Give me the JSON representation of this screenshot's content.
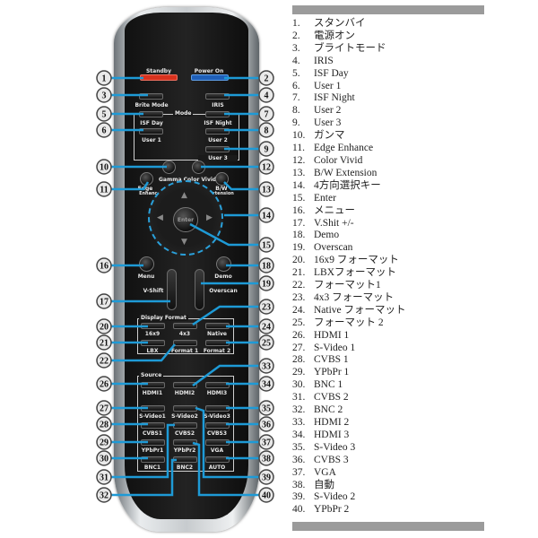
{
  "remote": {
    "standby": "Standby",
    "power_on": "Power On",
    "brite_mode": "Brite Mode",
    "iris": "IRIS",
    "mode": "Mode",
    "isf_day": "ISF Day",
    "isf_night": "ISF Night",
    "user1": "User 1",
    "user2": "User 2",
    "user3": "User 3",
    "gamma_color_vivid": "Gamma  Color Vivid",
    "edge": "Edge",
    "enhance": "Enhance",
    "bw": "B/W",
    "extension": "Extension",
    "enter": "Enter",
    "menu": "Menu",
    "demo": "Demo",
    "vshift": "V-Shift",
    "overscan": "Overscan",
    "display_format": "Display Format",
    "f16x9": "16x9",
    "f4x3": "4x3",
    "native": "Native",
    "lbx": "LBX",
    "format1": "Format 1",
    "format2": "Format 2",
    "source": "Source",
    "hdmi1": "HDMI1",
    "hdmi2": "HDMI2",
    "hdmi3": "HDMI3",
    "svideo1": "S-Video1",
    "svideo2": "S-Video2",
    "svideo3": "S-Video3",
    "cvbs1": "CVBS1",
    "cvbs2": "CVBS2",
    "cvbs3": "CVBS3",
    "ypbpr1": "YPbPr1",
    "ypbpr2": "YPbPr2",
    "vga": "VGA",
    "bnc1": "BNC1",
    "bnc2": "BNC2",
    "auto": "AUTO",
    "standby_color": "#d8321e",
    "power_color": "#1f5fb8",
    "callout_line_color": "#1e9ad6"
  },
  "legend": {
    "items": [
      {
        "num": "1.",
        "label": "スタンバイ"
      },
      {
        "num": "2.",
        "label": "電源オン"
      },
      {
        "num": "3.",
        "label": "ブライトモード"
      },
      {
        "num": "4.",
        "label": "IRIS"
      },
      {
        "num": "5.",
        "label": "ISF Day"
      },
      {
        "num": "6.",
        "label": "User 1"
      },
      {
        "num": "7.",
        "label": "ISF Night"
      },
      {
        "num": "8.",
        "label": "User 2"
      },
      {
        "num": "9.",
        "label": "User 3"
      },
      {
        "num": "10.",
        "label": "ガンマ"
      },
      {
        "num": "11.",
        "label": "Edge Enhance"
      },
      {
        "num": "12.",
        "label": "Color Vivid"
      },
      {
        "num": "13.",
        "label": "B/W Extension"
      },
      {
        "num": "14.",
        "label": "4方向選択キー"
      },
      {
        "num": "15.",
        "label": "Enter"
      },
      {
        "num": "16.",
        "label": "メニュー"
      },
      {
        "num": "17.",
        "label": "V.Shit +/-"
      },
      {
        "num": "18.",
        "label": "Demo"
      },
      {
        "num": "19.",
        "label": "Overscan"
      },
      {
        "num": "20.",
        "label": "16x9 フォーマット"
      },
      {
        "num": "21.",
        "label": "LBXフォーマット"
      },
      {
        "num": "22.",
        "label": "フォーマット1"
      },
      {
        "num": "23.",
        "label": "4x3 フォーマット"
      },
      {
        "num": "24.",
        "label": "Native フォーマット"
      },
      {
        "num": "25.",
        "label": "フォーマット 2"
      },
      {
        "num": "26.",
        "label": "HDMI 1"
      },
      {
        "num": "27.",
        "label": "S-Video 1"
      },
      {
        "num": "28.",
        "label": "CVBS 1"
      },
      {
        "num": "29.",
        "label": "YPbPr 1"
      },
      {
        "num": "30.",
        "label": "BNC 1"
      },
      {
        "num": "31.",
        "label": "CVBS 2"
      },
      {
        "num": "32.",
        "label": "BNC 2"
      },
      {
        "num": "33.",
        "label": "HDMI 2"
      },
      {
        "num": "34.",
        "label": "HDMI 3"
      },
      {
        "num": "35.",
        "label": "S-Video 3"
      },
      {
        "num": "36.",
        "label": "CVBS 3"
      },
      {
        "num": "37.",
        "label": "VGA"
      },
      {
        "num": "38.",
        "label": "自動"
      },
      {
        "num": "39.",
        "label": "S-Video 2"
      },
      {
        "num": "40.",
        "label": "YPbPr 2"
      }
    ]
  }
}
